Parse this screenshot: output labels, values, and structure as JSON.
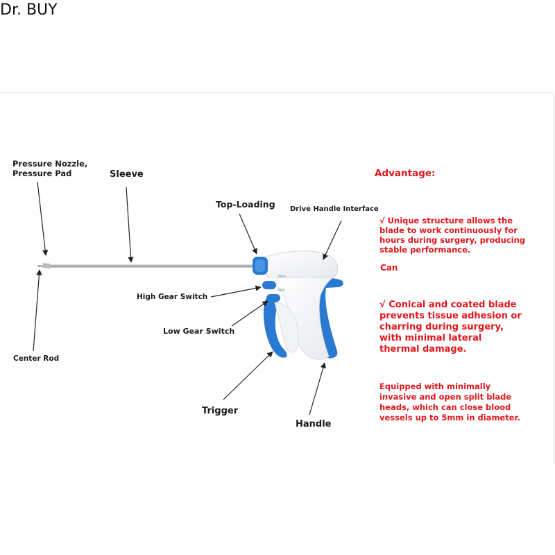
{
  "header": {
    "brand": "Dr. BUY"
  },
  "labels": {
    "pressure_nozzle_1": "Pressure Nozzle,",
    "pressure_nozzle_2": "Pressure Pad",
    "sleeve": "Sleeve",
    "top_loading": "Top-Loading",
    "drive_handle": "Drive Handle Interface",
    "high_gear": "High Gear Switch",
    "low_gear": "Low Gear Switch",
    "center_rod": "Center Rod",
    "trigger": "Trigger",
    "handle": "Handle",
    "max_mark": "MAX",
    "min_mark": "MIN"
  },
  "advantages": {
    "title": "Advantage:",
    "point1": [
      "√ Unique structure allows the",
      "blade to work continuously for",
      "hours during surgery, producing",
      "stable performance."
    ],
    "can": "Can",
    "point2": [
      "√ Conical and coated blade",
      "prevents tissue adhesion or",
      "charring during surgery,",
      "with minimal lateral",
      "thermal damage."
    ],
    "point3": [
      "Equipped with minimally",
      "invasive and open split blade",
      "heads, which can close blood",
      "vessels up to 5mm in diameter."
    ]
  },
  "colors": {
    "accent_blue": "#2a7ad1",
    "text_red": "#e0161b",
    "label_dark": "#1a1a1a"
  }
}
